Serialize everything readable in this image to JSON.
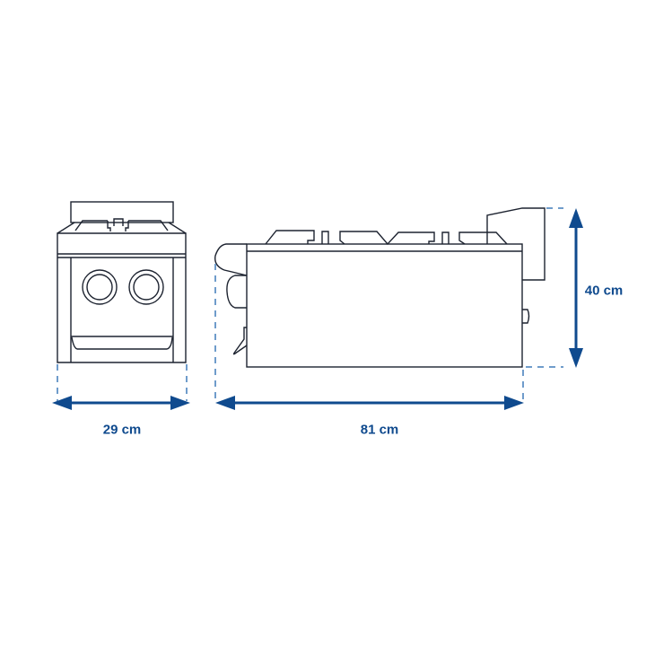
{
  "dimensions": {
    "width": "29 cm",
    "length": "81 cm",
    "height": "40 cm"
  },
  "colors": {
    "dimension": "#0f4a8e",
    "guide": "#6f9ccb",
    "outline": "#1d2330"
  }
}
